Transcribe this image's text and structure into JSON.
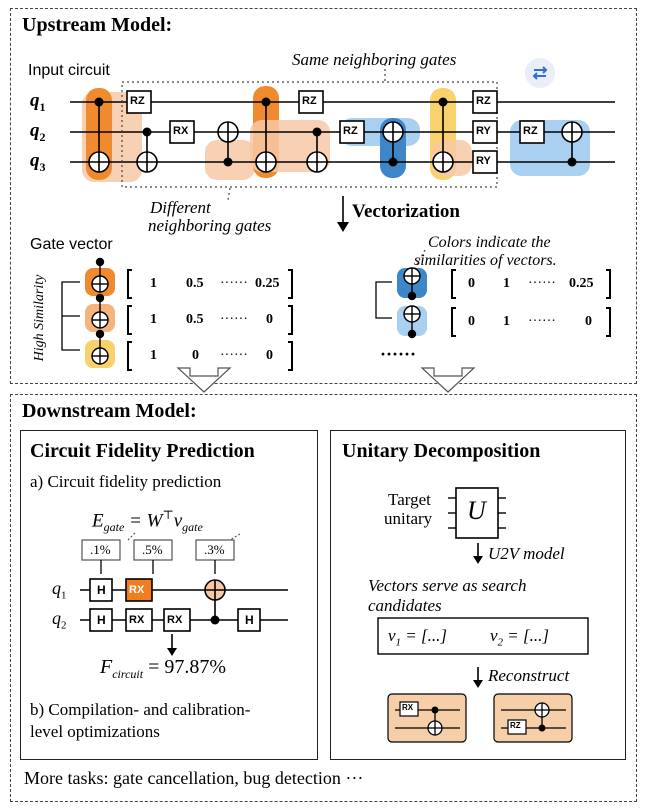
{
  "upstream": {
    "title": "Upstream Model:",
    "input_circuit": "Input circuit",
    "qubits": [
      "q",
      "q",
      "q"
    ],
    "qubit_subs": [
      "1",
      "2",
      "3"
    ],
    "same_neighboring": "Same neighboring gates",
    "different_neighboring_1": "Different",
    "different_neighboring_2": "neighboring gates",
    "vectorization": "Vectorization",
    "gate_vector": "Gate vector",
    "high_similarity": "High Similarity",
    "colors_note_1": "Colors indicate the",
    "colors_note_2": "similarities of vectors.",
    "gate_labels": {
      "rz": "RZ",
      "rx": "RX",
      "ry": "RY"
    },
    "vectors_left": [
      [
        "1",
        "0.5",
        "······",
        "0.25"
      ],
      [
        "1",
        "0.5",
        "······",
        "0"
      ],
      [
        "1",
        "0",
        "······",
        "0"
      ]
    ],
    "vectors_right": [
      [
        "0",
        "1",
        "······",
        "0.25"
      ],
      [
        "0",
        "1",
        "······",
        "0"
      ]
    ],
    "more_dots": "······",
    "colors": {
      "orange_dark": "#f08a2e",
      "orange_light": "#f7c8a6",
      "yellow": "#f9d26e",
      "blue_dark": "#3f86c8",
      "blue_light": "#a9d0f0"
    }
  },
  "downstream": {
    "title": "Downstream Model:",
    "fidelity": {
      "title": "Circuit Fidelity Prediction",
      "item_a": "a) Circuit fidelity prediction",
      "eq_lhs": "E",
      "eq_lhs_sub": "gate",
      "eq_mid": " = W",
      "eq_sup": "⊤",
      "eq_v": "v",
      "eq_v_sub": "gate",
      "errors": [
        ".1%",
        ".5%",
        ".3%"
      ],
      "qubits": [
        "q",
        "q"
      ],
      "qubit_subs": [
        "1",
        "2"
      ],
      "gates": {
        "h": "H",
        "rx": "RX"
      },
      "result_lhs": "F",
      "result_sub": "circuit",
      "result_rhs": " = 97.87%",
      "item_b_1": "b) Compilation- and calibration-",
      "item_b_2": "level optimizations"
    },
    "unitary": {
      "title": "Unitary Decomposition",
      "target_1": "Target",
      "target_2": "unitary",
      "u_label": "U",
      "u2v": "U2V model",
      "candidates_1": "Vectors serve as search",
      "candidates_2": "candidates",
      "v1": "v",
      "v1_sub": "1",
      "v1_rhs": " = [...]",
      "v2": "v",
      "v2_sub": "2",
      "v2_rhs": " = [...]",
      "reconstruct": "Reconstruct",
      "gates": {
        "rx": "RX",
        "rz": "RZ"
      }
    },
    "more_tasks": "More tasks: gate cancellation, bug detection ···"
  }
}
